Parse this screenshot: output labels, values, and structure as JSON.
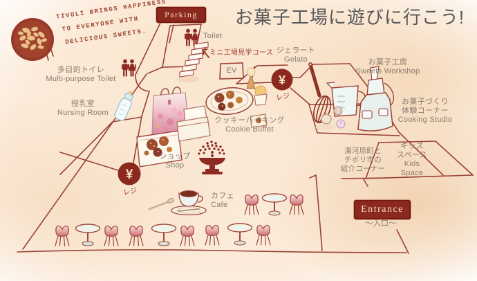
{
  "title": "お菓子工場に遊びに行こう!",
  "tagline": {
    "line1": "TIVOLI BRINGS HAPPINESS",
    "line2": "TO EVERYONE WITH",
    "line3": "DELICIOUS SWEETS."
  },
  "areas": {
    "parking": {
      "label": "Parking"
    },
    "toilet": {
      "en": "Toilet"
    },
    "mini_tour": {
      "jp": "ミニ工場見学コース"
    },
    "gelato": {
      "jp": "ジェラート",
      "en": "Gelato"
    },
    "elevator": {
      "label": "EV"
    },
    "multipurpose_toilet": {
      "jp": "多目的トイレ",
      "en": "Multi-purpose Toilet"
    },
    "nursing_room": {
      "jp": "授乳室",
      "en": "Nursing Room"
    },
    "cookie_buffet": {
      "jp": "クッキーバイキング",
      "en": "Cookie Buffet"
    },
    "sweets_workshop": {
      "jp": "お菓子工房",
      "en": "Sweets Workshop"
    },
    "cooking_studio": {
      "jp1": "お菓子づくり",
      "jp2": "体験コーナー",
      "en": "Cooking Studio"
    },
    "register_gelato": {
      "symbol": "¥",
      "jp": "レジ"
    },
    "register_shop": {
      "symbol": "¥",
      "jp": "レジ"
    },
    "shop": {
      "jp": "ショップ",
      "en": "Shop"
    },
    "intro_corner": {
      "line1": "湯河原町と",
      "line2": "チボリ市の",
      "line3": "紹介コーナー"
    },
    "kids_space": {
      "jp1": "キッズ",
      "jp2": "スペース",
      "en1": "Kids",
      "en2": "Space"
    },
    "cafe": {
      "jp": "カフェ",
      "en": "Cafe"
    },
    "entrance": {
      "label": "Entrance",
      "sub": "〜入口〜"
    }
  },
  "icons": [
    "almond-cookie-icon",
    "restroom-icon",
    "stairs-icon",
    "shopping-bag-icon",
    "baby-bottle-icon",
    "cookie-box-icon",
    "gift-boxes-icon",
    "cookie-tray-icon",
    "ice-cream-icon",
    "whisk-icon",
    "measuring-cup-icon",
    "apron-icon",
    "pastries-icon",
    "fountain-icon",
    "coffee-cup-icon",
    "spoon-icon",
    "chair-icon",
    "table-icon",
    "yen-register-icon",
    "arrow-up-left-icon"
  ],
  "colors": {
    "line": "#9a4136",
    "badge_bg": "#8c291f",
    "badge_text": "#f2dcc2",
    "label_text": "#8a7b6e",
    "accent_red": "#a03b31",
    "title_text": "#595959",
    "background_wash": "#fbe8d4"
  }
}
